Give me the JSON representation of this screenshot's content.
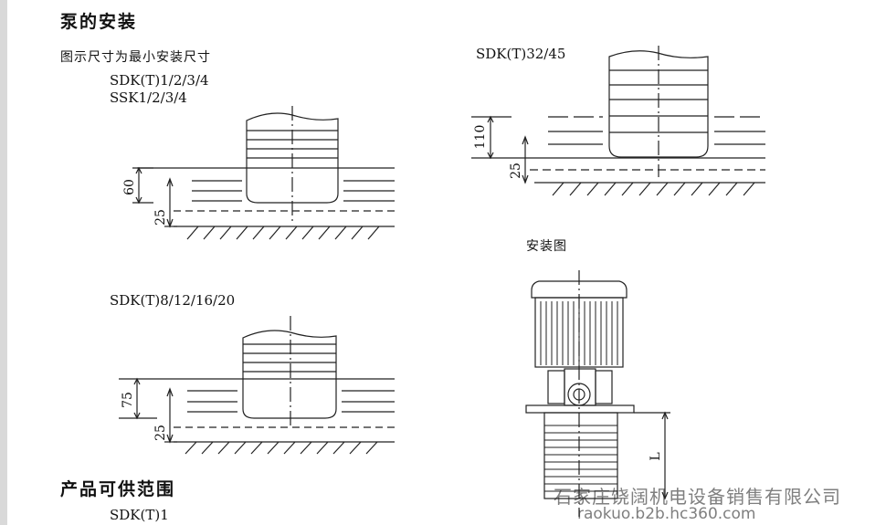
{
  "headings": {
    "installation": "泵的安装",
    "product_range": "产品可供范围"
  },
  "note": "图示尺寸为最小安装尺寸",
  "figures": {
    "fig_a": {
      "models": [
        "SDK(T)1/2/3/4",
        "SSK1/2/3/4"
      ],
      "dim_upper": "60",
      "dim_lower": "25"
    },
    "fig_b": {
      "models": [
        "SDK(T)32/45"
      ],
      "dim_upper": "110",
      "dim_lower": "25"
    },
    "fig_c": {
      "models": [
        "SDK(T)8/12/16/20"
      ],
      "dim_upper": "75",
      "dim_lower": "25"
    },
    "fig_d": {
      "title": "安装图",
      "dim_label": "L"
    }
  },
  "range_first_item": "SDK(T)1",
  "watermark": {
    "company": "石家庄饶阔机电设备销售有限公司",
    "url": "raokuo.b2b.hc360.com"
  },
  "colors": {
    "line": "#222222",
    "watermark": "#7f7f7f",
    "sidebar": "#d9d9d9"
  }
}
